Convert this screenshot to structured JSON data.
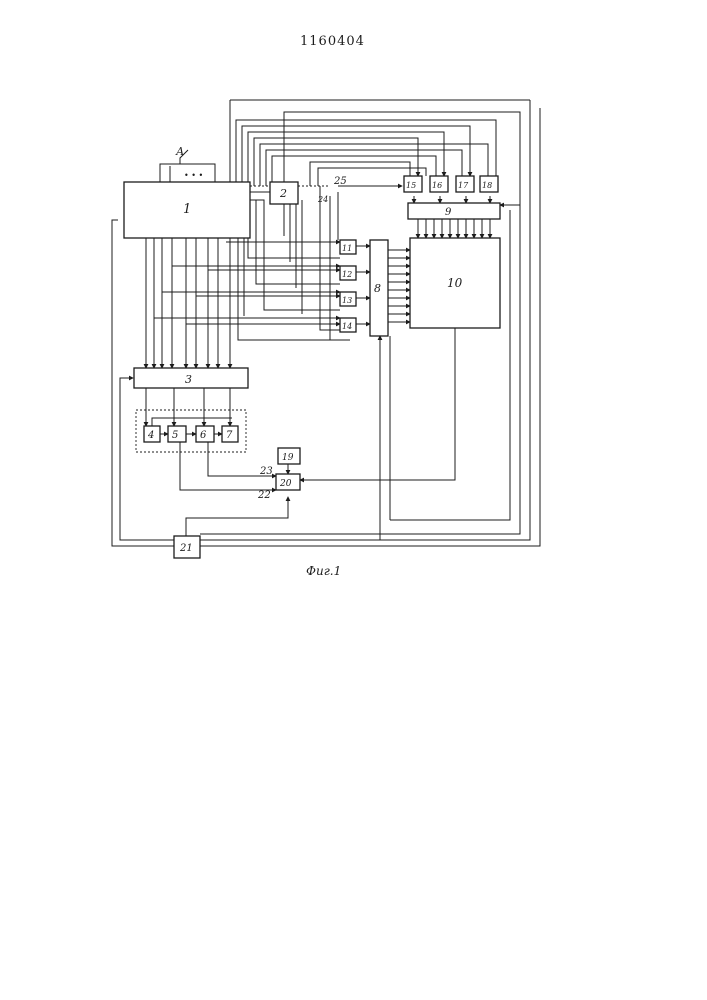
{
  "document": {
    "patent_number": "1160404",
    "figure_caption": "Фиг.1"
  },
  "diagram": {
    "input_label": "А",
    "input_dots": "• • •",
    "block_labels": {
      "b1": "1",
      "b2": "2",
      "b3": "3",
      "b4": "4",
      "b5": "5",
      "b6": "6",
      "b7": "7",
      "b8": "8",
      "b9": "9",
      "b10": "10",
      "b11": "11",
      "b12": "12",
      "b13": "13",
      "b14": "14",
      "b15": "15",
      "b16": "16",
      "b17": "17",
      "b18": "18",
      "b19": "19",
      "b20": "20",
      "b21": "21"
    },
    "line_labels": {
      "l22": "22",
      "l23": "23",
      "l24": "24",
      "l25": "25"
    }
  },
  "colors": {
    "ink": "#1c1c1c",
    "paper": "#ffffff"
  }
}
